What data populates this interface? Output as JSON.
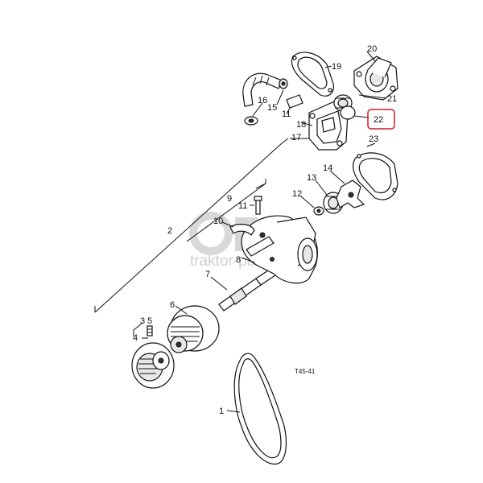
{
  "callouts": [
    {
      "id": "1",
      "text": "1"
    },
    {
      "id": "2",
      "text": "2"
    },
    {
      "id": "3",
      "text": "3"
    },
    {
      "id": "4",
      "text": "4"
    },
    {
      "id": "5",
      "text": "5"
    },
    {
      "id": "6",
      "text": "6"
    },
    {
      "id": "7",
      "text": "7"
    },
    {
      "id": "8",
      "text": "8"
    },
    {
      "id": "9",
      "text": "9"
    },
    {
      "id": "10",
      "text": "10"
    },
    {
      "id": "11a",
      "text": "11"
    },
    {
      "id": "11b",
      "text": "11"
    },
    {
      "id": "12",
      "text": "12"
    },
    {
      "id": "13",
      "text": "13"
    },
    {
      "id": "14",
      "text": "14"
    },
    {
      "id": "15",
      "text": "15"
    },
    {
      "id": "16",
      "text": "16"
    },
    {
      "id": "17",
      "text": "17"
    },
    {
      "id": "18",
      "text": "18"
    },
    {
      "id": "19",
      "text": "19"
    },
    {
      "id": "20",
      "text": "20"
    },
    {
      "id": "21",
      "text": "21"
    },
    {
      "id": "22",
      "text": "22"
    },
    {
      "id": "23",
      "text": "23"
    }
  ],
  "highlighted_callout": "22",
  "drawing_code": "T45-41",
  "watermark": "traktor-parts.ru",
  "colors": {
    "highlight": "#d11a2a",
    "ink": "#111111",
    "watermark": "#d0d0d0"
  }
}
